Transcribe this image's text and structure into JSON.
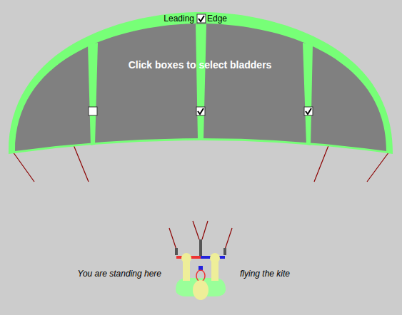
{
  "diagram": {
    "labels": [
      "Leading",
      "Edge",
      "Click boxes to select bladders",
      "You are standing here",
      "flying the kite"
    ]
  }
}
